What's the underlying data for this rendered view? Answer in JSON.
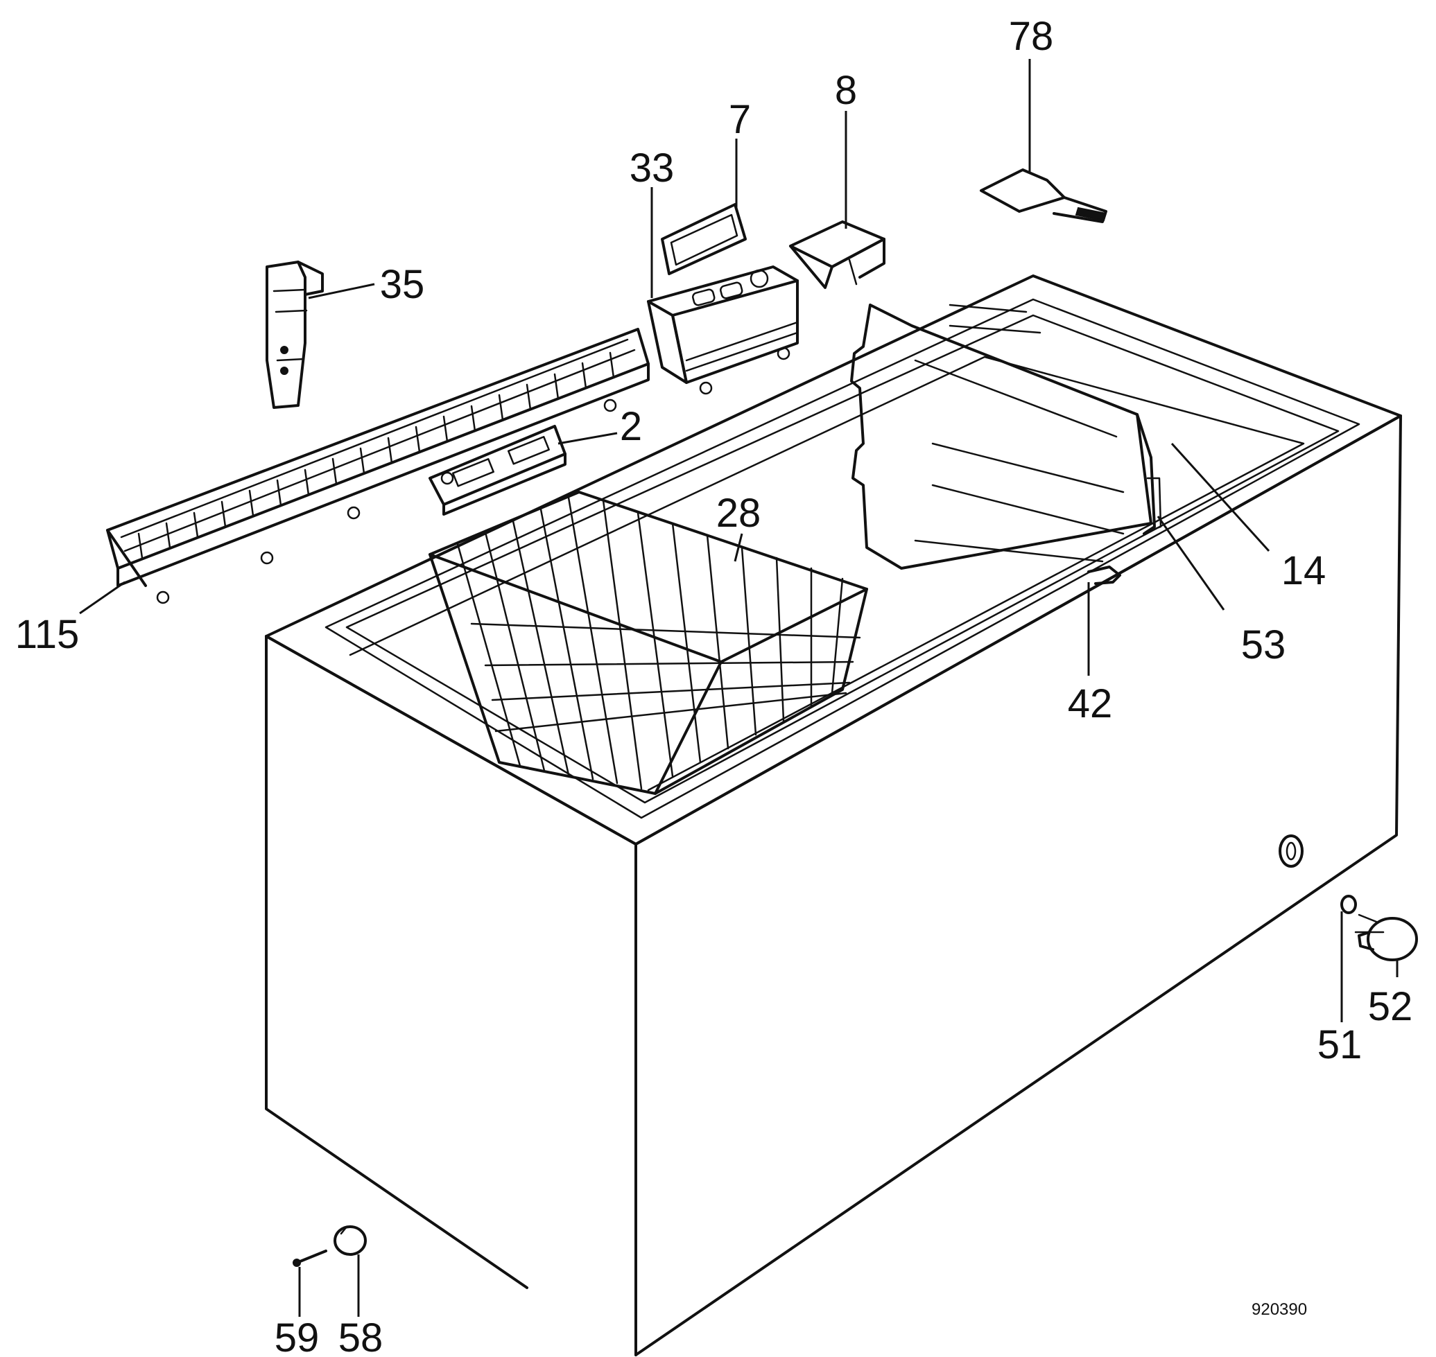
{
  "diagram": {
    "callouts": [
      "78",
      "8",
      "7",
      "33",
      "35",
      "2",
      "28",
      "14",
      "53",
      "115",
      "42",
      "52",
      "51",
      "59",
      "58"
    ],
    "drawing_number": "920390"
  }
}
